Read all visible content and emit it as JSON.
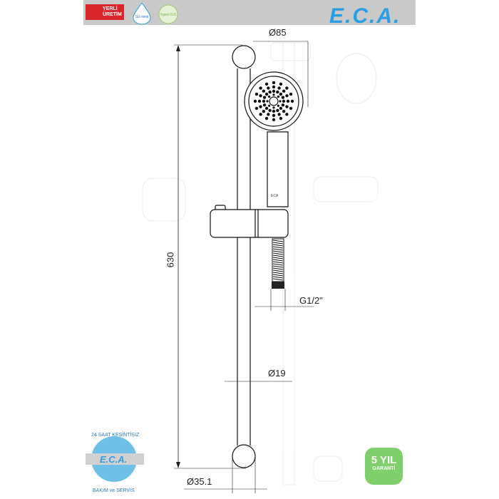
{
  "header": {
    "badges": [
      "YERLİ ÜRETİM",
      "SU enerji",
      "Hygienic PLUS"
    ],
    "brand_logo": "E.C.A."
  },
  "dimensions": {
    "head_diameter": "Ø85",
    "height": "630",
    "thread": "G1/2\"",
    "rail_diameter": "Ø19",
    "bracket_diameter": "Ø35.1"
  },
  "service_logo": {
    "top_text": "24 SAAT KESİNTİSİZ",
    "brand": "E.C.A.",
    "bottom_text": "BAKIM ve SERVİS"
  },
  "warranty": {
    "years": "5 YIL",
    "label": "GARANTİ"
  },
  "colors": {
    "brand": "#2a9ee3",
    "warranty": "#7fcf6c",
    "header": "#c9c9c9",
    "badge_red": "#d8262c"
  }
}
